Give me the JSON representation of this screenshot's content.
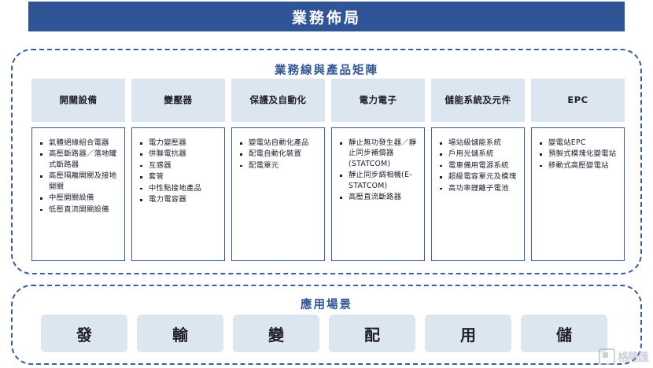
{
  "banner": {
    "title": "業務佈局",
    "bg_color": "#2f5597",
    "text_color": "#ffffff"
  },
  "matrix": {
    "title": "業務線與產品矩陣",
    "title_color": "#2f5597",
    "border_color": "#3b5ea0",
    "header_bg": "#dce6f1",
    "columns": [
      {
        "header": "開關設備",
        "items": [
          "氣體絕緣組合電器",
          "高壓斷路器／落地罐式斷路器",
          "高壓隔離開關及接地開關",
          "中壓開關設備",
          "低壓直流開關設備"
        ]
      },
      {
        "header": "變壓器",
        "items": [
          "電力變壓器",
          "併聯電抗器",
          "互感器",
          "套管",
          "中性點接地產品",
          "電力電容器"
        ]
      },
      {
        "header": "保護及自動化",
        "items": [
          "變電站自動化產品",
          "配電自動化裝置",
          "配電單元"
        ]
      },
      {
        "header": "電力電子",
        "items": [
          "靜止無功發生器／靜止同步補償器(STATCOM)",
          "靜止同步調相機(E-STATCOM)",
          "高壓直流斷路器"
        ]
      },
      {
        "header": "儲能系統及元件",
        "items": [
          "場站級儲能系統",
          "戶用光儲系統",
          "電車備用電源系統",
          "超級電容單元及模塊",
          "高功率鋰離子電池"
        ]
      },
      {
        "header": "EPC",
        "items": [
          "變電站EPC",
          "預製式模塊化變電站",
          "移動式高壓變電站"
        ]
      }
    ]
  },
  "scenario": {
    "title": "應用場景",
    "title_color": "#2f5597",
    "chip_bg": "#dce6f1",
    "chips": [
      {
        "label": "發"
      },
      {
        "label": "輸"
      },
      {
        "label": "變"
      },
      {
        "label": "配"
      },
      {
        "label": "用"
      },
      {
        "label": "儲"
      }
    ]
  },
  "watermark": {
    "text": "格隆匯",
    "color": "#9aa6b8"
  }
}
